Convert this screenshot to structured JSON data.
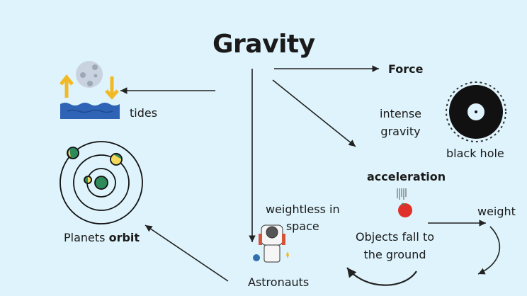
{
  "title": "Gravity",
  "nodes": {
    "force": "Force",
    "tides": "tides",
    "intense_gravity_1": "intense",
    "intense_gravity_2": "gravity",
    "black_hole": "black hole",
    "acceleration": "acceleration",
    "planets": "Planets",
    "orbit": "orbit",
    "weightless_1": "weightless in",
    "weightless_2": "space",
    "objects_fall_1": "Objects fall to",
    "objects_fall_2": "the ground",
    "weight": "weight",
    "astronauts": "Astronauts"
  },
  "colors": {
    "background": "#def3fb",
    "water": "#2f63b5",
    "arrow_yellow": "#f2b926",
    "planet_green": "#2e8a5a",
    "apple": "#e0302a"
  }
}
